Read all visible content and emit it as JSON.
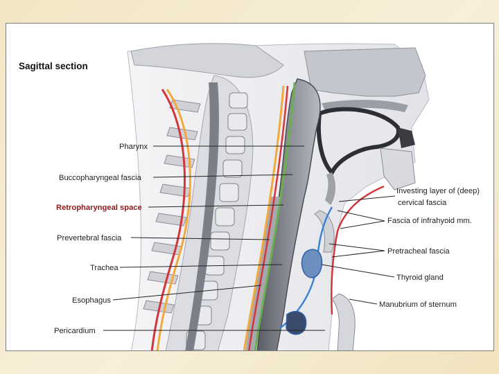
{
  "title": "Sagittal section",
  "labels": {
    "pharynx": "Pharynx",
    "buccopharyngeal_fascia": "Buccopharyngeal fascia",
    "retropharyngeal_space": "Retropharyngeal space",
    "prevertebral_fascia": "Prevertebral fascia",
    "trachea": "Trachea",
    "esophagus": "Esophagus",
    "pericardium": "Pericardium",
    "investing_layer_1": "Investing layer of (deep)",
    "investing_layer_2": "cervical fascia",
    "fascia_infrahyoid": "Fascia of infrahyoid mm.",
    "pretracheal_fascia": "Pretracheal fascia",
    "thyroid_gland": "Thyroid gland",
    "manubrium": "Manubrium of sternum"
  },
  "colors": {
    "background": "#f4ead0",
    "frame_border": "#7d7d7d",
    "highlight_label": "#8b1a1a",
    "fascia_red": "#d4353b",
    "fascia_orange": "#f2a93b",
    "fascia_green": "#6ab04c",
    "fascia_blue": "#3b82d6"
  }
}
